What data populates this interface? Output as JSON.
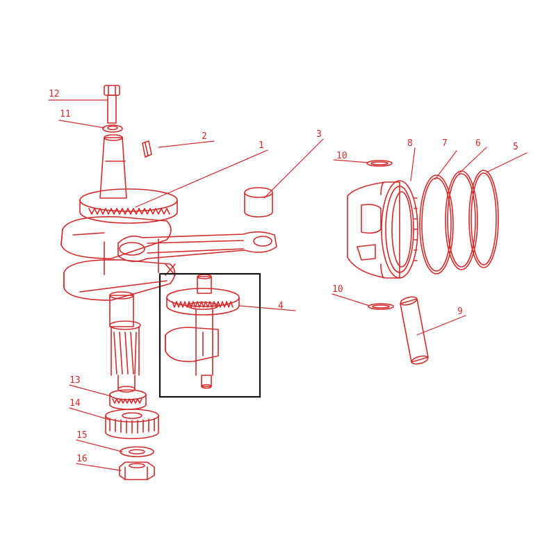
{
  "diagram": {
    "colors": {
      "background": "#ffffff",
      "line": "#d42a2a",
      "box": "#111111"
    },
    "callouts": {
      "1": "1",
      "2": "2",
      "3": "3",
      "4": "4",
      "5": "5",
      "6": "6",
      "7": "7",
      "8": "8",
      "9": "9",
      "10a": "10",
      "10b": "10",
      "11": "11",
      "12": "12",
      "13": "13",
      "14": "14",
      "15": "15",
      "16": "16"
    }
  }
}
